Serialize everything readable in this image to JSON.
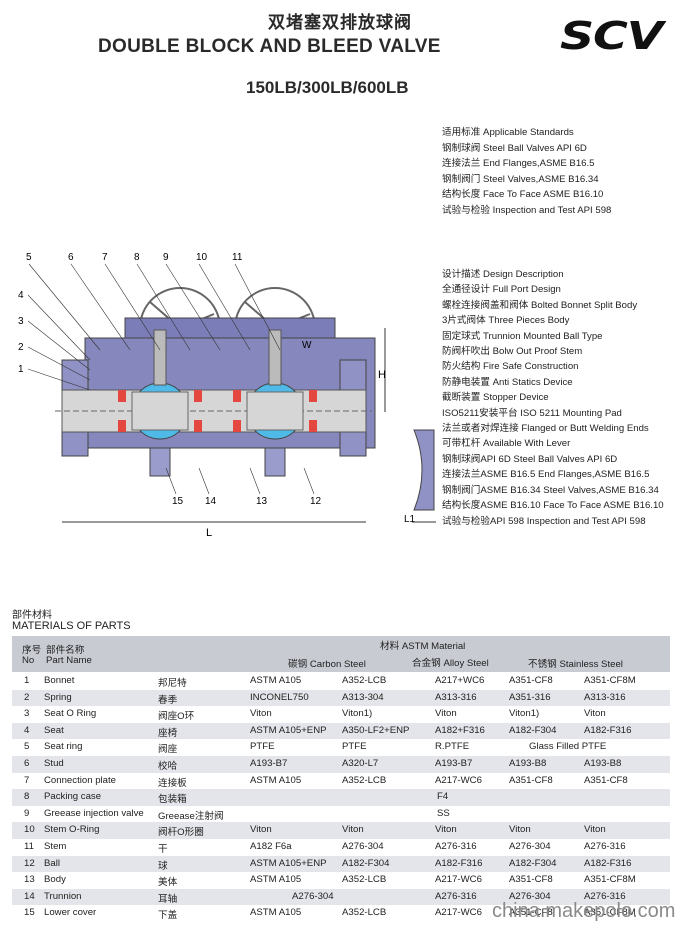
{
  "header": {
    "title_cn": "双堵塞双排放球阀",
    "title_en": "DOUBLE BLOCK AND BLEED VALVE",
    "pressure": "150LB/300LB/600LB",
    "logo": "SCV"
  },
  "standards": [
    "适用标准 Applicable Standards",
    "钢制球阀 Steel Ball Valves API 6D",
    "连接法兰 End Flanges,ASME B16.5",
    "钢制阀门 Steel Valves,ASME B16.34",
    "结构长度 Face To Face ASME B16.10",
    "试验与检验 Inspection and Test API 598"
  ],
  "design": [
    "设计描述 Design Description",
    "全通径设计 Full Port Design",
    "螺栓连接阀盖和阀体 Bolted Bonnet Split Body",
    "3片式阀体 Three Pieces Body",
    "固定球式 Trunnion Mounted Ball Type",
    "防阀杆吹出 Bolw Out Proof Stem",
    "防火结构 Fire Safe Construction",
    "防静电装置 Anti Statics Device",
    "截断装置 Stopper Device",
    "ISO5211安装平台 ISO 5211 Mounting Pad",
    "法兰或者对焊连接 Flanged or Butt Welding Ends",
    "可带杠杆 Available With Lever",
    "钢制球阀API 6D  Steel Ball Valves API 6D",
    "连接法兰ASME B16.5 End Flanges,ASME B16.5",
    "钢制阀门ASME B16.34 Steel Valves,ASME B16.34",
    "结构长度ASME B16.10 Face To Face ASME B16.10",
    "试验与检验API 598 Inspection and Test API 598"
  ],
  "drawing": {
    "callouts_top": [
      "5",
      "6",
      "7",
      "8",
      "9",
      "10",
      "11"
    ],
    "callouts_left": [
      "4",
      "3",
      "2",
      "1"
    ],
    "callouts_bottom": [
      "15",
      "14",
      "13",
      "12"
    ],
    "dim_h": "H",
    "dim_w": "W",
    "dim_l": "L",
    "dim_l1": "L1"
  },
  "materials": {
    "title_cn": "部件材料",
    "title_en": "MATERIALS OF PARTS",
    "col_no_cn": "序号",
    "col_no_en": "No",
    "col_name_cn": "部件名称",
    "col_name_en": "Part Name",
    "col_material": "材料 ASTM Material",
    "col_carbon": "碳钢 Carbon Steel",
    "col_alloy": "合金钢 Alloy Steel",
    "col_stainless": "不锈钢 Stainless Steel",
    "rows": [
      {
        "no": "1",
        "en": "Bonnet",
        "cn": "邦尼特",
        "c1": "ASTM A105",
        "c2": "A352-LCB",
        "a": "A217+WC6",
        "s1": "A351-CF8",
        "s2": "A351-CF8M"
      },
      {
        "no": "2",
        "en": "Spring",
        "cn": "春季",
        "c1": "INCONEL750",
        "c2": "A313-304",
        "a": "A313-316",
        "s1": "A351-316",
        "s2": "A313-316"
      },
      {
        "no": "3",
        "en": "Seat O Ring",
        "cn": "阀座O环",
        "c1": "Viton",
        "c2": "Viton1)",
        "a": "Viton",
        "s1": "Viton1)",
        "s2": "Viton"
      },
      {
        "no": "4",
        "en": "Seat",
        "cn": "座椅",
        "c1": "ASTM A105+ENP",
        "c2": "A350-LF2+ENP",
        "a": "A182+F316",
        "s1": "A182-F304",
        "s2": "A182-F316"
      },
      {
        "no": "5",
        "en": "Seat ring",
        "cn": "阀座",
        "c1": "PTFE",
        "c2": "PTFE",
        "a": "R.PTFE",
        "s1": "Glass Filled PTFE",
        "s2": ""
      },
      {
        "no": "6",
        "en": "Stud",
        "cn": "校哈",
        "c1": "A193-B7",
        "c2": "A320-L7",
        "a": "A193-B7",
        "s1": "A193-B8",
        "s2": "A193-B8"
      },
      {
        "no": "7",
        "en": "Connection plate",
        "cn": "连接板",
        "c1": "ASTM A105",
        "c2": "A352-LCB",
        "a": "A217-WC6",
        "s1": "A351-CF8",
        "s2": "A351-CF8"
      },
      {
        "no": "8",
        "en": "Packing case",
        "cn": "包装箱",
        "c1": "",
        "c2": "",
        "a": "F4",
        "s1": "",
        "s2": ""
      },
      {
        "no": "9",
        "en": "Greease injection valve",
        "cn": "Greease注射阀",
        "c1": "",
        "c2": "",
        "a": "SS",
        "s1": "",
        "s2": ""
      },
      {
        "no": "10",
        "en": "Stem O-Ring",
        "cn": "阀杆O形圈",
        "c1": "Viton",
        "c2": "Viton",
        "a": "Viton",
        "s1": "Viton",
        "s2": "Viton"
      },
      {
        "no": "11",
        "en": "Stem",
        "cn": "干",
        "c1": "A182 F6a",
        "c2": "A276-304",
        "a": "A276-316",
        "s1": "A276-304",
        "s2": "A276-316"
      },
      {
        "no": "12",
        "en": "Ball",
        "cn": "球",
        "c1": "ASTM A105+ENP",
        "c2": "A182-F304",
        "a": "A182-F316",
        "s1": "A182-F304",
        "s2": "A182-F316"
      },
      {
        "no": "13",
        "en": "Body",
        "cn": "美体",
        "c1": "ASTM A105",
        "c2": "A352-LCB",
        "a": "A217-WC6",
        "s1": "A351-CF8",
        "s2": "A351-CF8M"
      },
      {
        "no": "14",
        "en": "Trunnion",
        "cn": "耳轴",
        "c1": "A276-304",
        "c2": "",
        "a": "A276-316",
        "s1": "A276-304",
        "s2": "A276-316"
      },
      {
        "no": "15",
        "en": "Lower cover",
        "cn": "下盖",
        "c1": "ASTM A105",
        "c2": "A352-LCB",
        "a": "A217-WC6",
        "s1": "A351-CF8",
        "s2": "A351-CF8M"
      }
    ]
  },
  "watermark": "china.makepolo.com"
}
